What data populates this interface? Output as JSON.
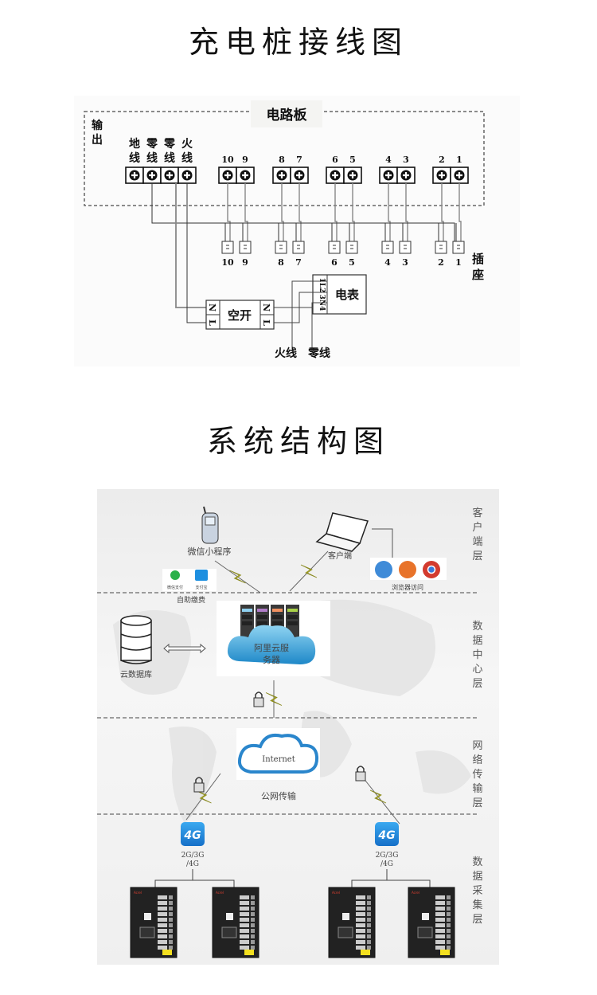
{
  "titles": {
    "wiring": "充电桩接线图",
    "system": "系统结构图"
  },
  "wiring_diagram": {
    "board_label": "电路板",
    "output_label": [
      "输",
      "出"
    ],
    "output_terminals": [
      {
        "label": [
          "地",
          "线"
        ]
      },
      {
        "label": [
          "零",
          "线"
        ]
      },
      {
        "label": [
          "零",
          "线"
        ]
      },
      {
        "label": [
          "火",
          "线"
        ]
      }
    ],
    "terminal_groups": [
      {
        "numbers": [
          "10",
          "9"
        ]
      },
      {
        "numbers": [
          "8",
          "7"
        ]
      },
      {
        "numbers": [
          "6",
          "5"
        ]
      },
      {
        "numbers": [
          "4",
          "3"
        ]
      },
      {
        "numbers": [
          "2",
          "1"
        ]
      }
    ],
    "socket_label": [
      "插",
      "座"
    ],
    "socket_numbers": [
      "10",
      "9",
      "8",
      "7",
      "6",
      "5",
      "4",
      "3",
      "2",
      "1"
    ],
    "breaker": {
      "label": "空开",
      "left_terminals": [
        "N",
        "L"
      ],
      "right_terminals": [
        "N",
        "L"
      ]
    },
    "meter": {
      "label": "电表",
      "terminals": [
        "1L2",
        "3N4"
      ]
    },
    "inputs": [
      "火线",
      "零线"
    ]
  },
  "system_diagram": {
    "layers": [
      {
        "name": [
          "客",
          "户",
          "端",
          "层"
        ]
      },
      {
        "name": [
          "数",
          "据",
          "中",
          "心",
          "层"
        ]
      },
      {
        "name": [
          "网",
          "络",
          "传",
          "输",
          "层"
        ]
      },
      {
        "name": [
          "数",
          "据",
          "采",
          "集",
          "层"
        ]
      }
    ],
    "client": {
      "mini_program": "微信小程序",
      "payments": [
        "微信支付",
        "支付宝"
      ],
      "self_pay": "自助缴费",
      "pc_client": "客户端",
      "browser_access": "浏览器访问",
      "browsers": [
        "ie-icon",
        "firefox-icon",
        "chrome-icon"
      ]
    },
    "datacenter": {
      "database": "云数据库",
      "server": [
        "阿里云服",
        "务器"
      ],
      "server_colors": [
        "#8fd0ef",
        "#b07cc8",
        "#f09060",
        "#a8d048"
      ]
    },
    "network": {
      "cloud_text": "Internet",
      "label": "公网传输"
    },
    "collection": {
      "gateways": [
        {
          "badge": "4G",
          "label": [
            "2G/3G",
            "/4G"
          ]
        },
        {
          "badge": "4G",
          "label": [
            "2G/3G",
            "/4G"
          ]
        }
      ],
      "device_brand": "Acrel",
      "device_count": 4
    }
  }
}
